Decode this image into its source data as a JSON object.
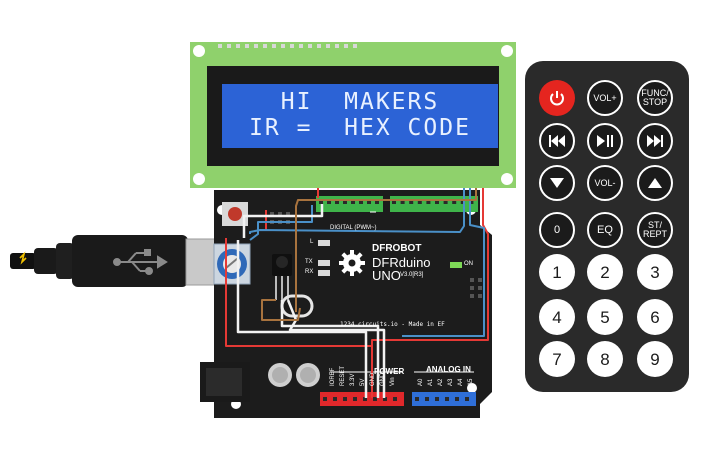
{
  "lcd": {
    "line1": "HI  MAKERS",
    "line2": "IR =  HEX CODE"
  },
  "board": {
    "brand": "DFROBOT",
    "model1": "DFRduino",
    "model2": "UNO",
    "version": "V3.0[R3]",
    "credit": "1234.circuits.io - Made in EF",
    "power_label": "POWER",
    "analog_label": "ANALOG IN",
    "digital_label": "DIGITAL (PWM~)",
    "on_label": "ON",
    "led_labels": [
      "L",
      "TX",
      "RX"
    ],
    "power_pins": [
      "IOREF",
      "RESET",
      "3.3V",
      "5V",
      "GND",
      "GND",
      "Vin"
    ],
    "analog_pins": [
      "A0",
      "A1",
      "A2",
      "A3",
      "A4",
      "A5"
    ]
  },
  "remote": {
    "rows": [
      [
        {
          "id": "power",
          "label": "",
          "type": "power"
        },
        {
          "id": "vol-up",
          "label": "VOL+",
          "type": "fn"
        },
        {
          "id": "func-stop",
          "label": "FUNC/\nSTOP",
          "type": "fn"
        }
      ],
      [
        {
          "id": "prev",
          "label": "",
          "type": "prev"
        },
        {
          "id": "play-pause",
          "label": "",
          "type": "play"
        },
        {
          "id": "next",
          "label": "",
          "type": "next"
        }
      ],
      [
        {
          "id": "down",
          "label": "",
          "type": "down"
        },
        {
          "id": "vol-down",
          "label": "VOL-",
          "type": "fn"
        },
        {
          "id": "up",
          "label": "",
          "type": "up"
        }
      ],
      [
        {
          "id": "num-0",
          "label": "0",
          "type": "fn"
        },
        {
          "id": "eq",
          "label": "EQ",
          "type": "fn"
        },
        {
          "id": "st-rept",
          "label": "ST/\nREPT",
          "type": "fn"
        }
      ],
      [
        {
          "id": "num-1",
          "label": "1",
          "type": "num"
        },
        {
          "id": "num-2",
          "label": "2",
          "type": "num"
        },
        {
          "id": "num-3",
          "label": "3",
          "type": "num"
        }
      ],
      [
        {
          "id": "num-4",
          "label": "4",
          "type": "num"
        },
        {
          "id": "num-5",
          "label": "5",
          "type": "num"
        },
        {
          "id": "num-6",
          "label": "6",
          "type": "num"
        }
      ],
      [
        {
          "id": "num-7",
          "label": "7",
          "type": "num"
        },
        {
          "id": "num-8",
          "label": "8",
          "type": "num"
        },
        {
          "id": "num-9",
          "label": "9",
          "type": "num"
        }
      ]
    ]
  },
  "colors": {
    "lcd_pcb": "#8fd16c",
    "lcd_screen": "#2c63d6",
    "lcd_bezel": "#1a1a1a",
    "arduino": "#1c1c1c",
    "header_green": "#3fb44a",
    "header_red": "#e0282b",
    "header_blue": "#2f6fd8",
    "wire_red": "#e53935",
    "wire_white": "#f2f2f2",
    "wire_blue": "#4a90c8",
    "wire_brown": "#a8733e",
    "remote_body": "#2a2a2a",
    "power_btn": "#e5251f"
  }
}
